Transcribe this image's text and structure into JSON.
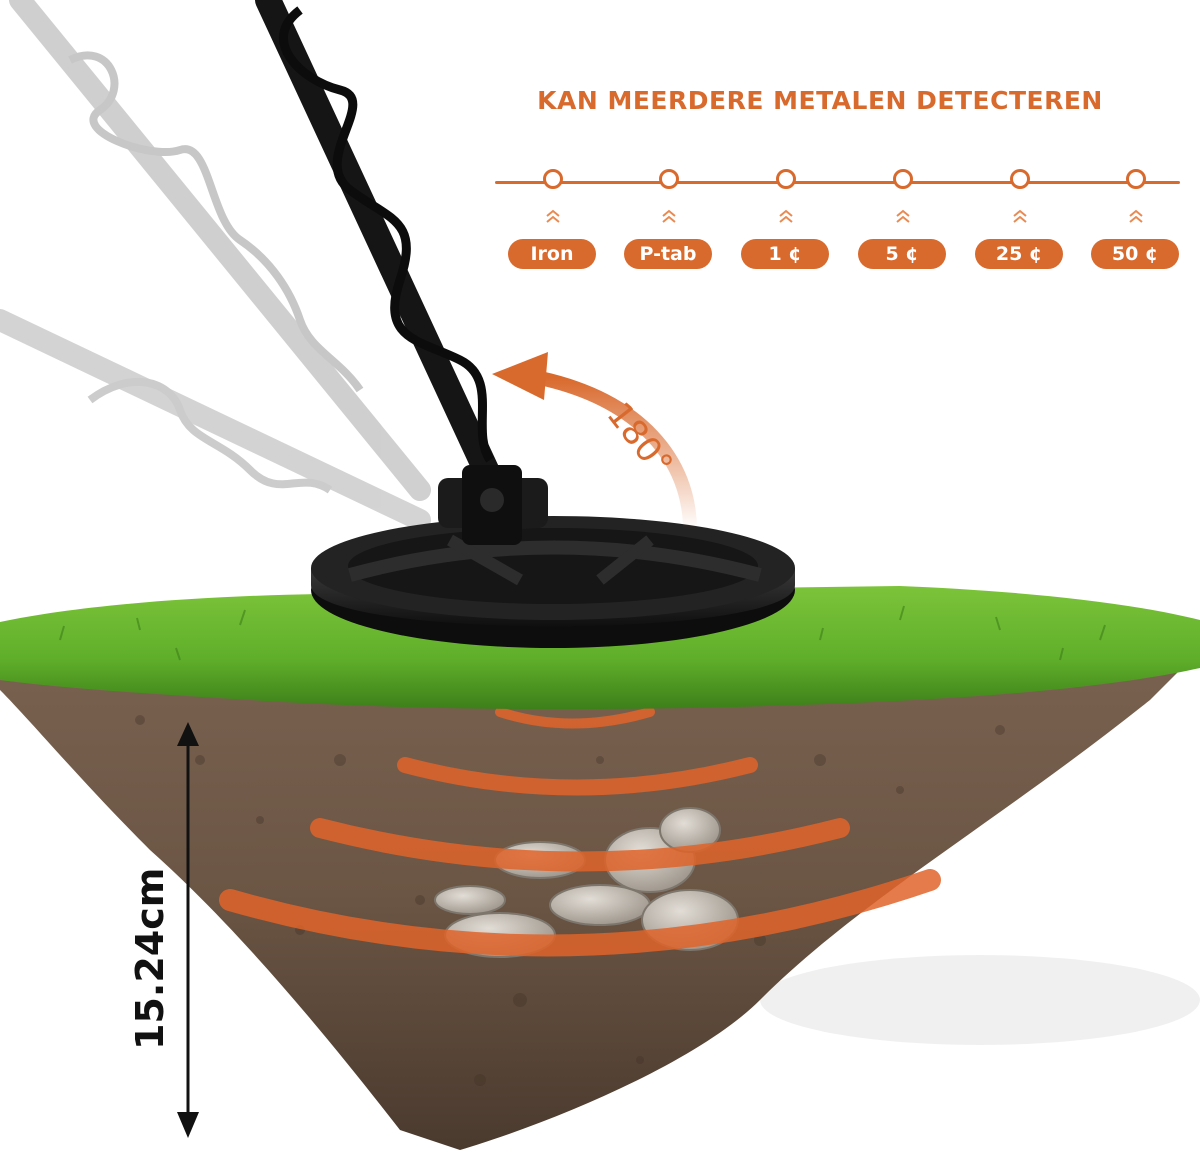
{
  "headline": "KAN MEERDERE METALEN DETECTEREN",
  "metals": [
    {
      "label": "Iron"
    },
    {
      "label": "P-tab"
    },
    {
      "label": "1 ¢"
    },
    {
      "label": "5 ¢"
    },
    {
      "label": "25 ¢"
    },
    {
      "label": "50 ¢"
    }
  ],
  "rotation_label": "180°",
  "depth_label": "15.24cm",
  "colors": {
    "accent": "#d96a2e",
    "accent_light": "#e88a52",
    "grass": "#5fae2a",
    "grass_dark": "#3d7f1a",
    "soil": "#6b5544",
    "soil_dark": "#4a3a2e",
    "coil": "#1c1c1c",
    "shaft_ghost": "#a9a9a9",
    "text_dark": "#111111"
  },
  "icons": {
    "scale_node": "circle-node-icon",
    "scale_pointer": "double-chevron-up-icon",
    "rotation": "curved-arrow-icon",
    "depth": "double-arrow-vertical-icon"
  }
}
